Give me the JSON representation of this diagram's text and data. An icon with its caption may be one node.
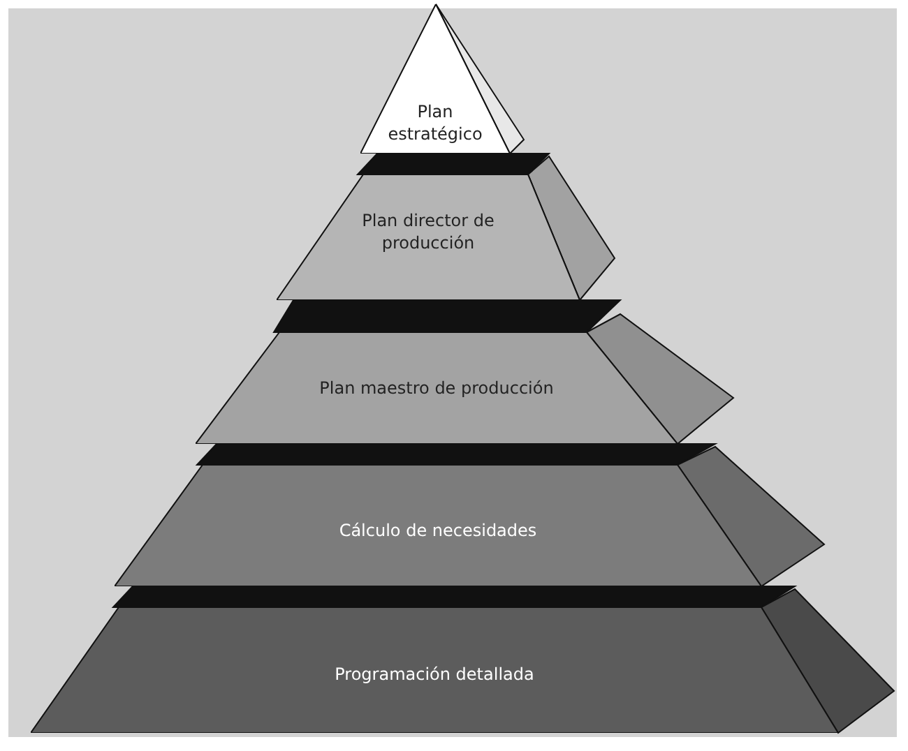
{
  "diagram": {
    "nodes": [
      {
        "text": [
          "Plan estratégico"
        ]
      },
      {
        "text": [
          "Plan director de producción"
        ]
      },
      {
        "text": [
          "Plan maestro de producción"
        ]
      },
      {
        "text": [
          "Cálculo de necesidades"
        ]
      },
      {
        "text": [
          "Programación detallada"
        ]
      }
    ]
  }
}
